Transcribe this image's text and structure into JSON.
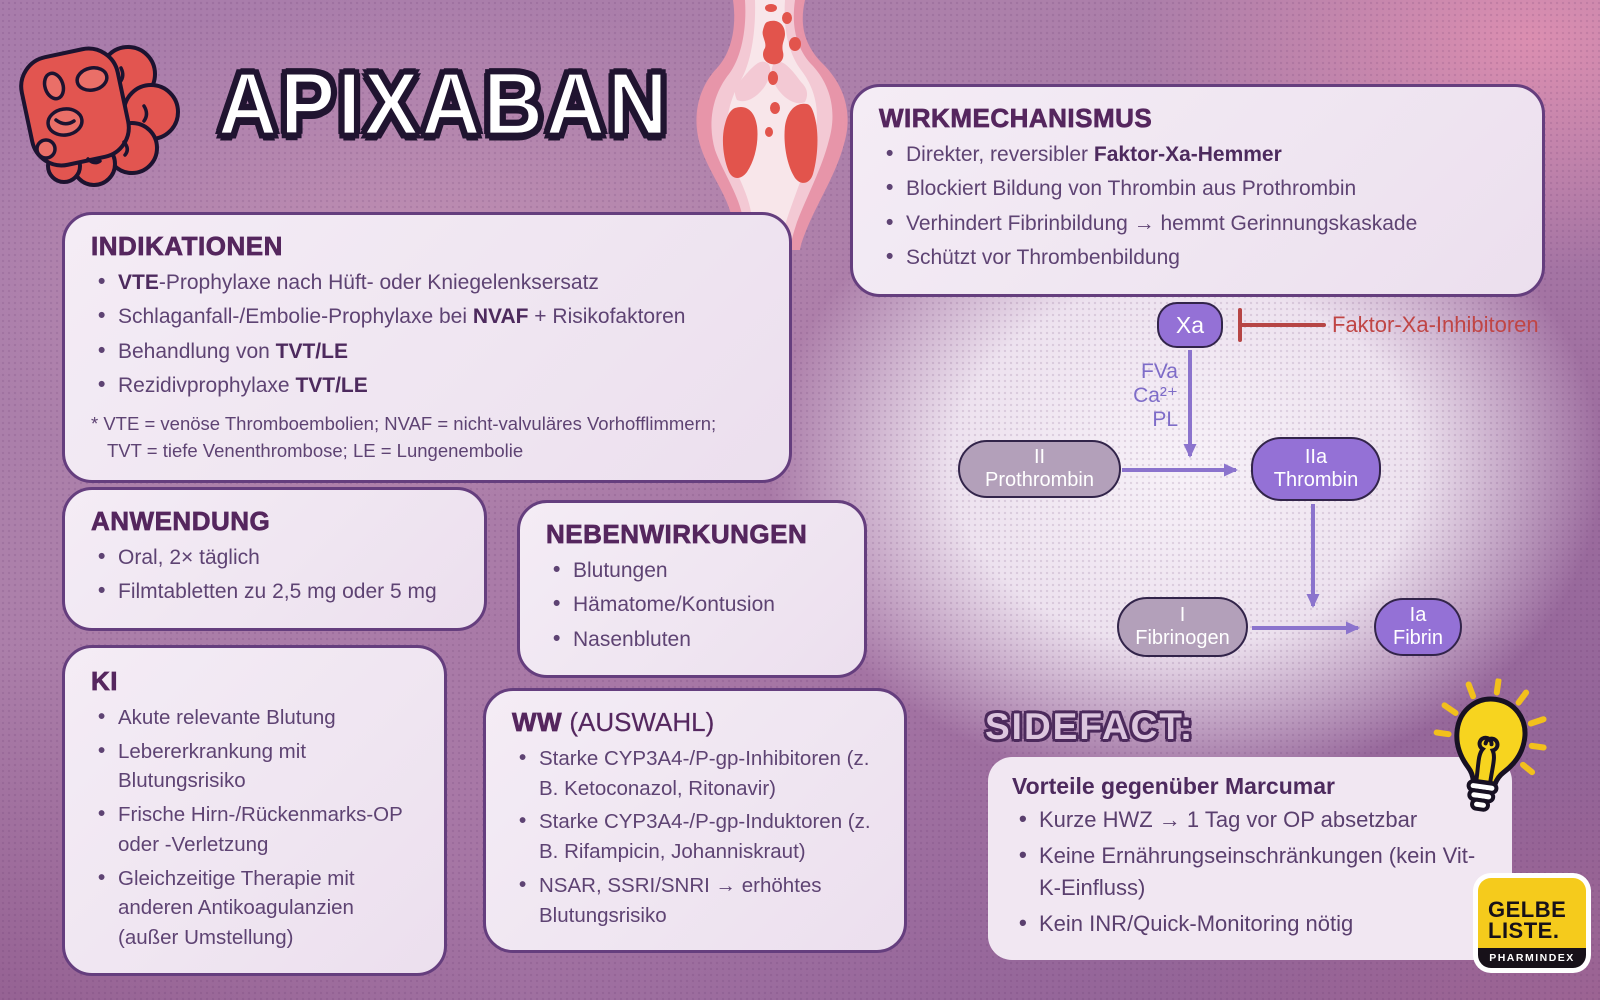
{
  "title": "APIXABAN",
  "cards": {
    "wirkmechanismus": {
      "heading": "WIRKMECHANISMUS",
      "bullets": [
        "Direkter, reversibler **Faktor-Xa-Hemmer**",
        "Blockiert Bildung von Thrombin aus Prothrombin",
        "Verhindert Fibrinbildung → hemmt Gerinnungskaskade",
        "Schützt vor Thrombenbildung"
      ]
    },
    "indikationen": {
      "heading": "INDIKATIONEN",
      "bullets": [
        "**VTE**-Prophylaxe nach Hüft- oder Kniegelenksersatz",
        "Schlaganfall-/Embolie-Prophylaxe bei **NVAF** + Risikofaktoren",
        "Behandlung von **TVT/LE**",
        "Rezidivprophylaxe **TVT/LE**"
      ],
      "footnote_line1": "* VTE = venöse Thromboembolien; NVAF = nicht-valvuläres Vorhofflimmern;",
      "footnote_line2": "TVT = tiefe Venenthrombose; LE = Lungenembolie"
    },
    "anwendung": {
      "heading": "ANWENDUNG",
      "bullets": [
        "Oral, 2× täglich",
        "Filmtabletten zu 2,5 mg oder 5 mg"
      ]
    },
    "nebenwirkungen": {
      "heading": "NEBENWIRKUNGEN",
      "bullets": [
        "Blutungen",
        "Hämatome/Kontusion",
        "Nasenbluten"
      ]
    },
    "ki": {
      "heading": "KI",
      "bullets": [
        "Akute relevante Blutung",
        "Lebererkrankung mit Blutungsrisiko",
        "Frische Hirn-/Rückenmarks-OP oder -Verletzung",
        "Gleichzeitige Therapie mit anderen Antikoagulanzien (außer Umstellung)"
      ]
    },
    "ww": {
      "heading_main": "WW",
      "heading_suffix": " (AUSWAHL)",
      "bullets": [
        "Starke CYP3A4-/P-gp-Inhibitoren (z. B. Ketoconazol, Ritonavir)",
        "Starke CYP3A4-/P-gp-Induktoren (z. B. Rifampicin, Johanniskraut)",
        "NSAR, SSRI/SNRI → erhöhtes Blutungsrisiko"
      ]
    },
    "sidefact": {
      "heading": "SIDEFACT:",
      "subheading": "Vorteile gegenüber Marcumar",
      "bullets": [
        "Kurze HWZ → 1 Tag vor OP absetzbar",
        "Keine Ernährungseinschränkungen (kein Vit-K-Einfluss)",
        "Kein INR/Quick-Monitoring nötig"
      ]
    }
  },
  "diagram": {
    "nodes": {
      "xa": {
        "label": "Xa"
      },
      "prothrombin": {
        "line1": "II",
        "line2": "Prothrombin"
      },
      "thrombin": {
        "line1": "IIa",
        "line2": "Thrombin"
      },
      "fibrinogen": {
        "line1": "I",
        "line2": "Fibrinogen"
      },
      "fibrin": {
        "line1": "Ia",
        "line2": "Fibrin"
      }
    },
    "cofactor_1": "FVa",
    "cofactor_2": "Ca²⁺",
    "cofactor_3": "PL",
    "inhibitor_label": "Faktor-Xa-Inhibitoren"
  },
  "logo": {
    "line1": "GELBE",
    "line2": "LISTE.",
    "tagline": "PHARMINDEX"
  },
  "colors": {
    "card_fill": "#f1e8f2",
    "card_border": "#653e7e",
    "heading": "#55265e",
    "body_text": "#5e4373",
    "purple_pill": "#9471d6",
    "grey_pill": "#b3a0ba",
    "arrow": "#8b73cd",
    "inhibitor_red": "#c04545",
    "accent_yellow": "#f5cb1c",
    "clot_red": "#e25550"
  }
}
